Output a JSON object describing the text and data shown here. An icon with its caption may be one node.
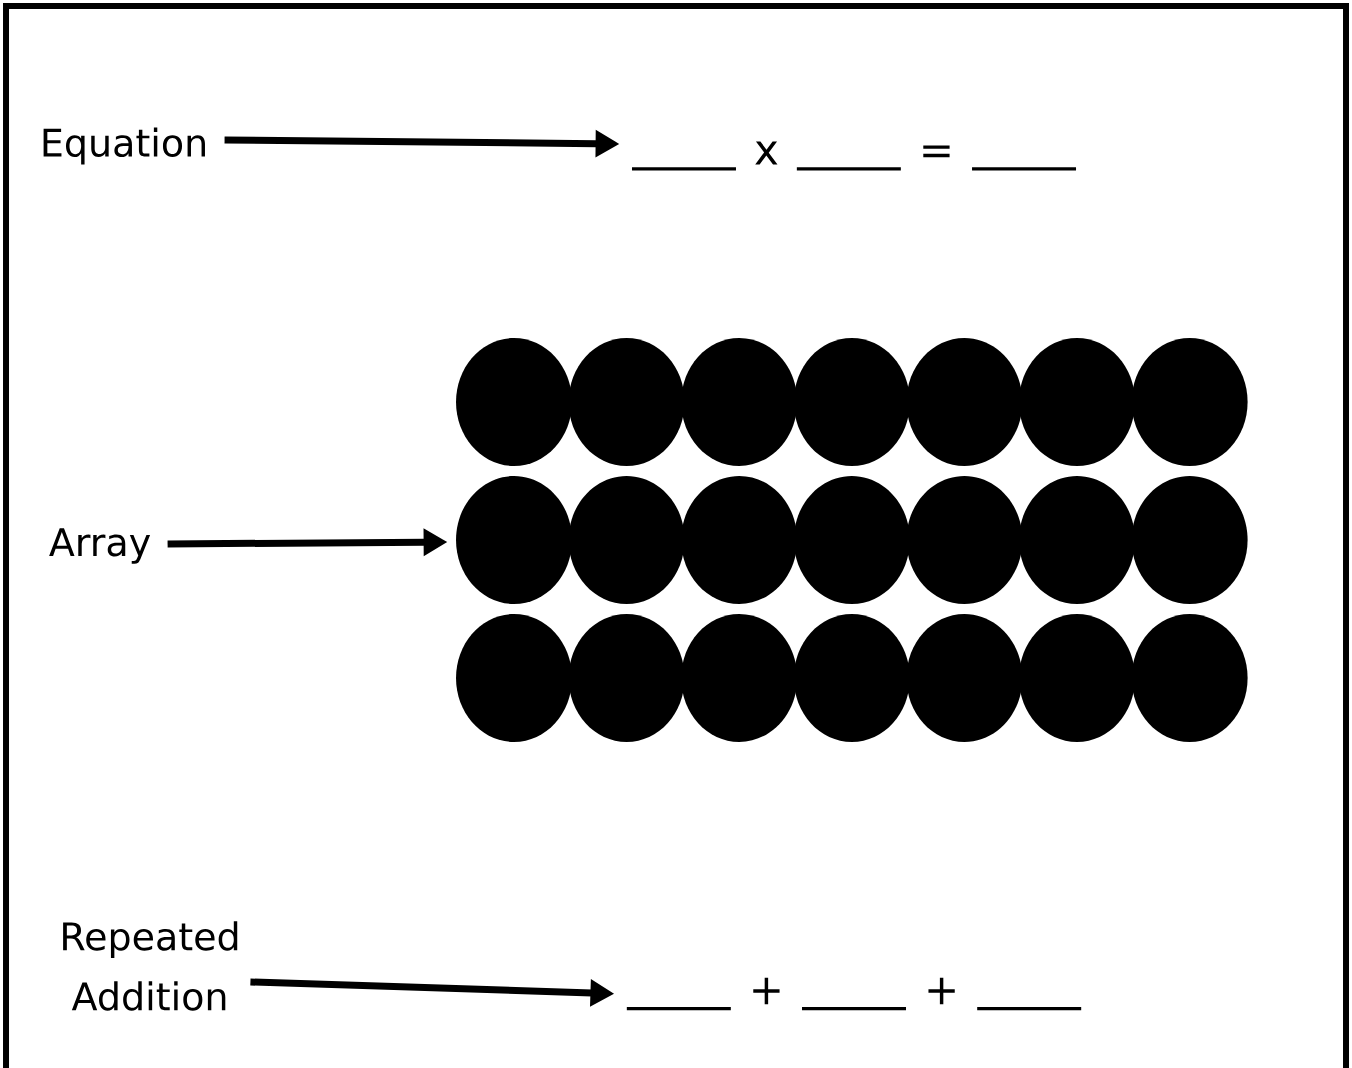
{
  "diagram": {
    "nodes": [
      {
        "text": [
          "Equation"
        ]
      },
      {
        "text": [
          "x",
          "="
        ]
      },
      {
        "text": [
          "Array"
        ]
      },
      {
        "text": [],
        "shape": "picture"
      },
      {
        "text": [
          "Repeated Addition"
        ]
      },
      {
        "text": [
          "+",
          "+"
        ]
      }
    ],
    "edges": [
      {
        "from": 0,
        "to": 1,
        "arrow": "to"
      },
      {
        "from": 2,
        "to": 3,
        "arrow": "to"
      },
      {
        "from": 4,
        "to": 5,
        "arrow": "to"
      }
    ]
  }
}
